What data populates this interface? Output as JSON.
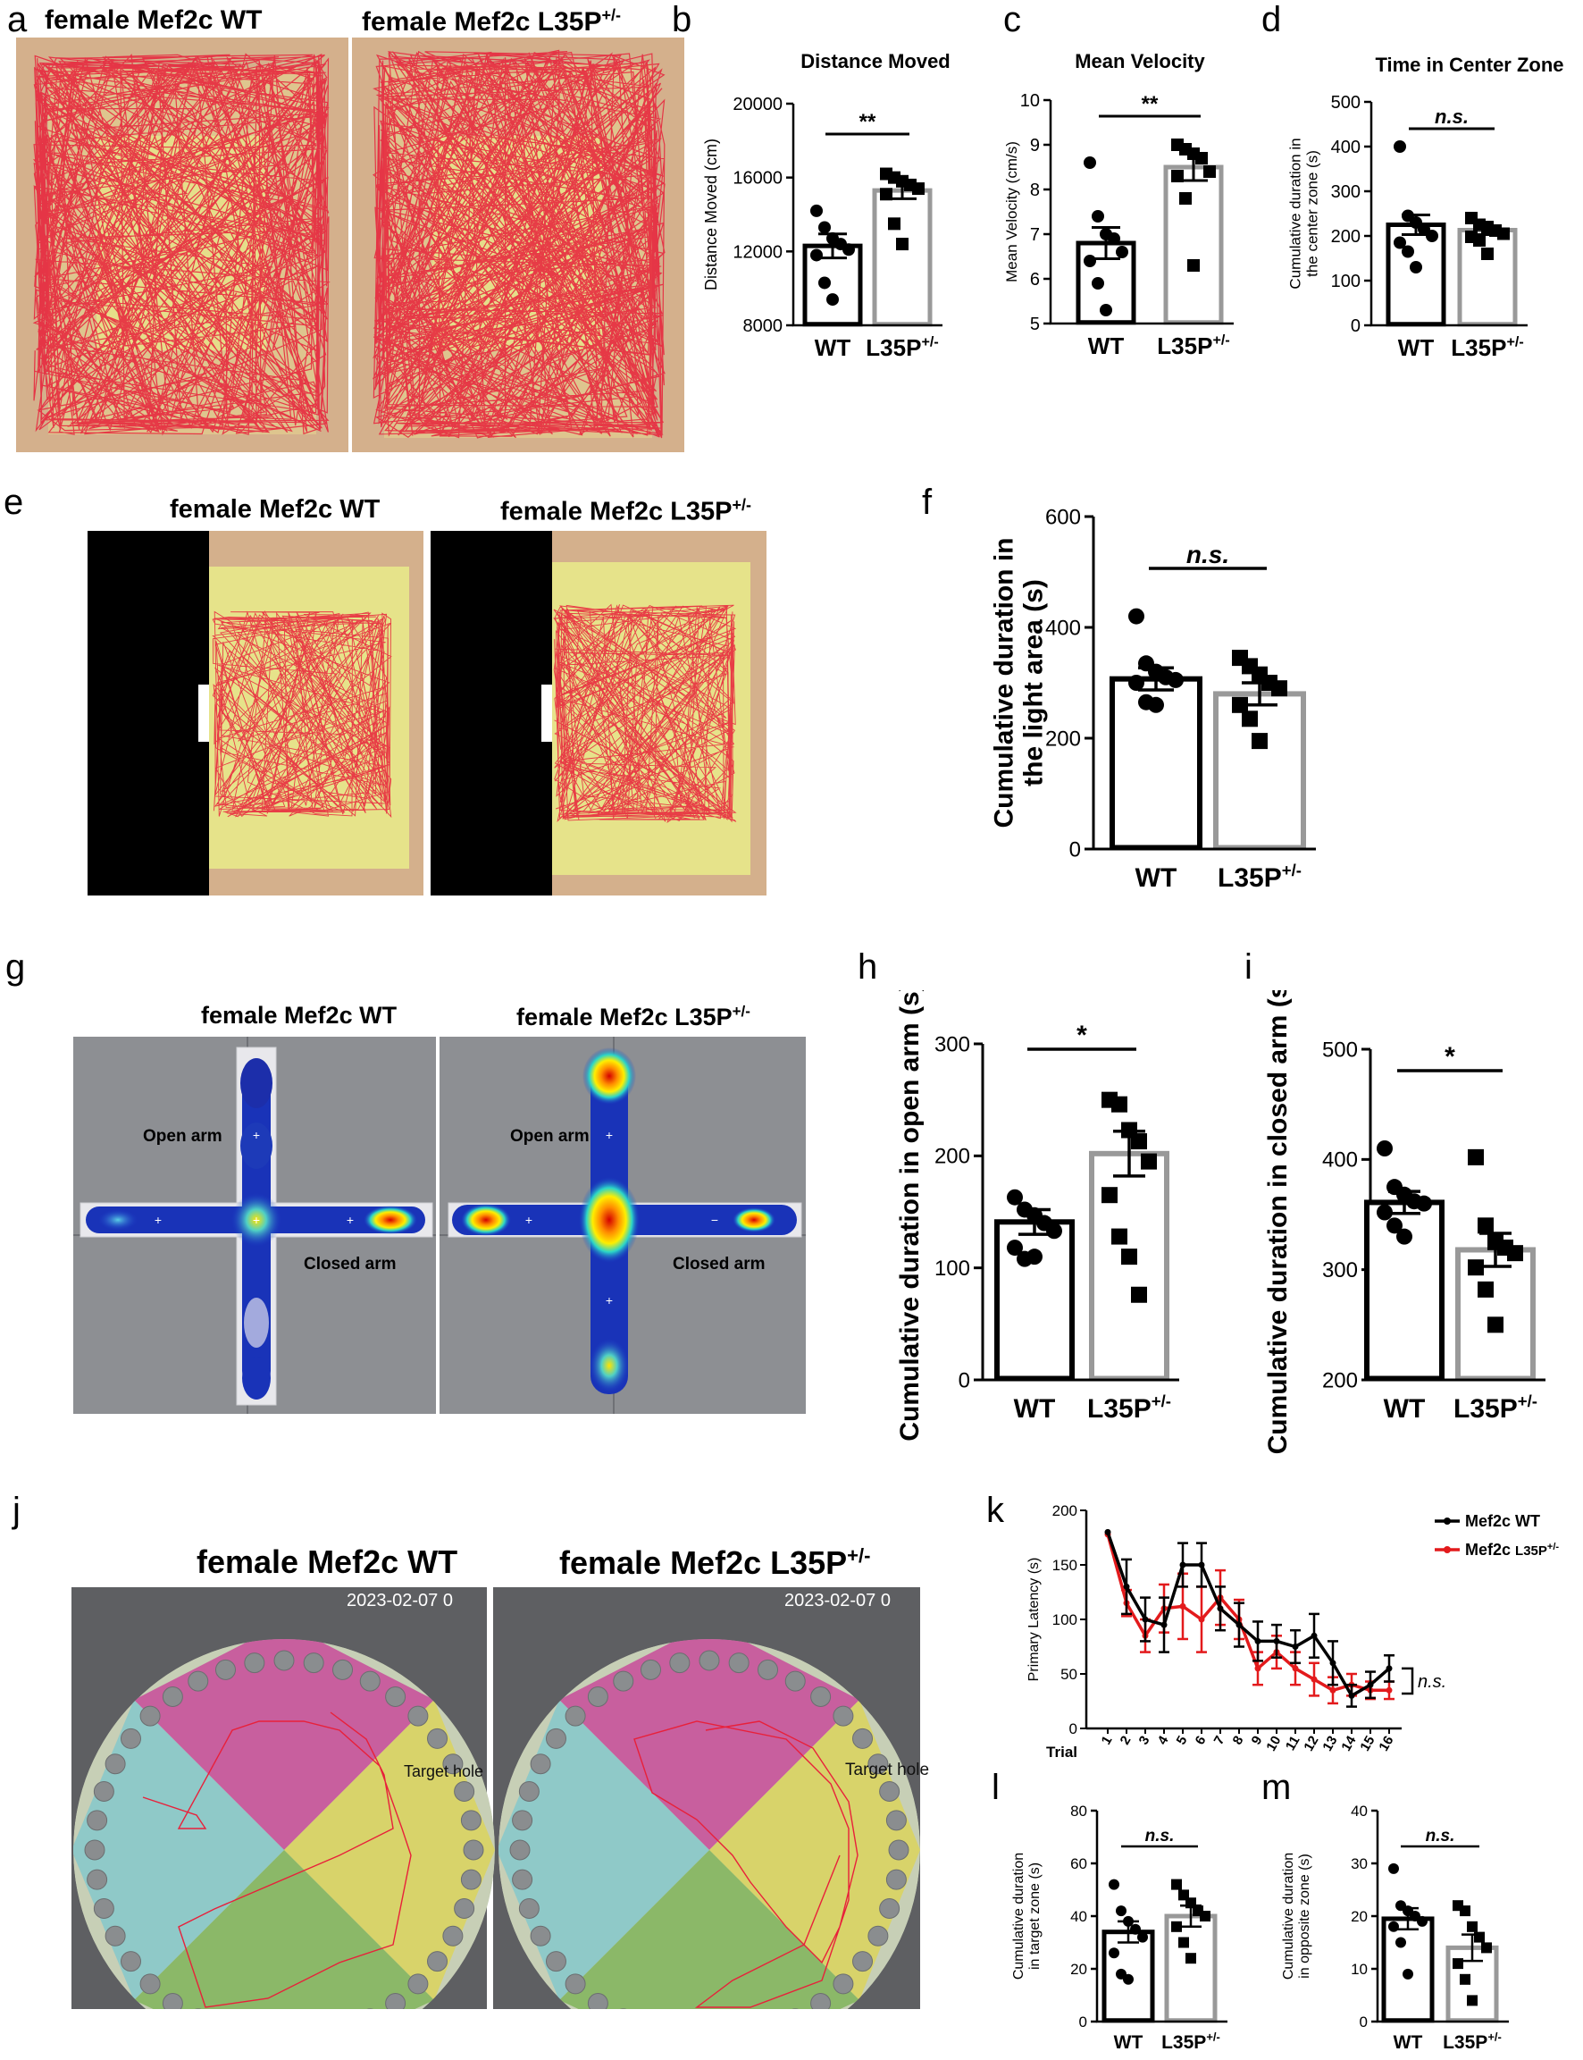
{
  "panel_letters": {
    "a": "a",
    "b": "b",
    "c": "c",
    "d": "d",
    "e": "e",
    "f": "f",
    "g": "g",
    "h": "h",
    "i": "i",
    "j": "j",
    "k": "k",
    "l": "l",
    "m": "m"
  },
  "image_titles": {
    "a_wt": "female Mef2c WT",
    "a_mut": "female Mef2c L35P",
    "e_wt": "female Mef2c WT",
    "e_mut": "female Mef2c L35P",
    "g_wt": "female Mef2c WT",
    "g_mut": "female Mef2c L35P",
    "j_wt": "female Mef2c WT",
    "j_mut": "female Mef2c L35P",
    "superscript": "+/-"
  },
  "maze_labels": {
    "open_arm": "Open arm",
    "closed_arm": "Closed arm",
    "target_hole": "Target hole",
    "timestamp": "2023-02-07 0"
  },
  "colors": {
    "wt": "#000000",
    "mut": "#999999",
    "mut_line": "#e31a1c",
    "track": "#e8203a",
    "arena": "#d4b08c",
    "center": "#e6e38a"
  },
  "chart_data": [
    {
      "id": "b",
      "type": "bar",
      "title": "Distance Moved",
      "ylabel": "Distance Moved (cm)",
      "categories": [
        "WT",
        "L35P+/-"
      ],
      "values": [
        12300,
        15300
      ],
      "sem": [
        650,
        450
      ],
      "ylim": [
        8000,
        20000
      ],
      "yticks": [
        8000,
        12000,
        16000,
        20000
      ],
      "points": [
        [
          14200,
          13300,
          12700,
          12400,
          12100,
          11800,
          10300,
          9400
        ],
        [
          16200,
          16000,
          15800,
          15600,
          15400,
          15100,
          13500,
          12400
        ]
      ],
      "significance": "**"
    },
    {
      "id": "c",
      "type": "bar",
      "title": "Mean Velocity",
      "ylabel": "Mean Velocity (cm/s)",
      "categories": [
        "WT",
        "L35P+/-"
      ],
      "values": [
        6.8,
        8.5
      ],
      "sem": [
        0.35,
        0.3
      ],
      "ylim": [
        5,
        10
      ],
      "yticks": [
        5,
        6,
        7,
        8,
        9,
        10
      ],
      "points": [
        [
          8.6,
          7.4,
          7.0,
          6.9,
          6.6,
          6.4,
          5.9,
          5.3
        ],
        [
          9.0,
          8.9,
          8.8,
          8.7,
          8.4,
          8.3,
          7.8,
          6.3
        ]
      ],
      "significance": "**"
    },
    {
      "id": "d",
      "type": "bar",
      "title": "Time in Center Zone",
      "ylabel": "Cumulative duration in the center zone (s)",
      "categories": [
        "WT",
        "L35P+/-"
      ],
      "values": [
        225,
        213
      ],
      "sem": [
        22,
        10
      ],
      "ylim": [
        0,
        500
      ],
      "yticks": [
        0,
        100,
        200,
        300,
        400,
        500
      ],
      "points": [
        [
          400,
          245,
          230,
          215,
          200,
          185,
          165,
          130
        ],
        [
          240,
          225,
          220,
          212,
          205,
          198,
          190,
          160
        ]
      ],
      "significance": "n.s."
    },
    {
      "id": "f",
      "type": "bar",
      "title": "",
      "ylabel": "Cumulative duration in the light area (s)",
      "categories": [
        "WT",
        "L35P+/-"
      ],
      "values": [
        307,
        280
      ],
      "sem": [
        20,
        20
      ],
      "ylim": [
        0,
        600
      ],
      "yticks": [
        0,
        200,
        400,
        600
      ],
      "points": [
        [
          420,
          335,
          320,
          310,
          305,
          300,
          265,
          260
        ],
        [
          345,
          330,
          315,
          300,
          290,
          260,
          235,
          195
        ]
      ],
      "significance": "n.s."
    },
    {
      "id": "h",
      "type": "bar",
      "title": "",
      "ylabel": "Cumulative duration in open arm (s)",
      "categories": [
        "WT",
        "L35P+/-"
      ],
      "values": [
        141,
        202
      ],
      "sem": [
        11,
        20
      ],
      "ylim": [
        0,
        300
      ],
      "yticks": [
        0,
        100,
        200,
        300
      ],
      "points": [
        [
          163,
          152,
          147,
          140,
          133,
          118,
          108,
          110
        ],
        [
          250,
          246,
          223,
          213,
          195,
          165,
          128,
          110,
          76
        ]
      ],
      "significance": "*"
    },
    {
      "id": "i",
      "type": "bar",
      "title": "",
      "ylabel": "Cumulative duration in closed arm (s)",
      "categories": [
        "WT",
        "L35P+/-"
      ],
      "values": [
        361,
        318
      ],
      "sem": [
        10,
        15
      ],
      "ylim": [
        200,
        500
      ],
      "yticks": [
        200,
        300,
        400,
        500
      ],
      "points": [
        [
          410,
          375,
          368,
          362,
          360,
          352,
          340,
          330
        ],
        [
          402,
          340,
          325,
          320,
          315,
          302,
          282,
          250
        ]
      ],
      "significance": "*"
    },
    {
      "id": "k",
      "type": "line",
      "title": "",
      "xlabel": "Trial",
      "ylabel": "Primary Latency (s)",
      "x": [
        1,
        2,
        3,
        4,
        5,
        6,
        7,
        8,
        9,
        10,
        11,
        12,
        13,
        14,
        15,
        16
      ],
      "ylim": [
        0,
        200
      ],
      "yticks": [
        0,
        50,
        100,
        150,
        200
      ],
      "series": [
        {
          "name": "Mef2c WT",
          "values": [
            180,
            130,
            100,
            95,
            150,
            150,
            110,
            95,
            80,
            80,
            75,
            85,
            60,
            30,
            40,
            55
          ],
          "sem": [
            0,
            25,
            20,
            25,
            20,
            20,
            20,
            20,
            18,
            15,
            15,
            20,
            20,
            10,
            12,
            12
          ]
        },
        {
          "name": "Mef2c L35P+/-",
          "values": [
            178,
            115,
            85,
            110,
            112,
            100,
            120,
            100,
            55,
            70,
            55,
            45,
            35,
            40,
            35,
            35
          ],
          "sem": [
            0,
            12,
            15,
            22,
            30,
            30,
            25,
            18,
            15,
            15,
            15,
            15,
            12,
            10,
            8,
            8
          ]
        }
      ],
      "significance": "n.s."
    },
    {
      "id": "l",
      "type": "bar",
      "title": "",
      "ylabel": "Cumulative duration in target zone (s)",
      "categories": [
        "WT",
        "L35P+/-"
      ],
      "values": [
        34,
        40
      ],
      "sem": [
        4,
        4
      ],
      "ylim": [
        0,
        80
      ],
      "yticks": [
        0,
        20,
        40,
        60,
        80
      ],
      "points": [
        [
          52,
          42,
          38,
          35,
          32,
          26,
          18,
          16
        ],
        [
          52,
          48,
          45,
          42,
          40,
          36,
          30,
          24
        ]
      ],
      "significance": "n.s."
    },
    {
      "id": "m",
      "type": "bar",
      "title": "",
      "ylabel": "Cumulative duration in opposite zone (s)",
      "categories": [
        "WT",
        "L35P+/-"
      ],
      "values": [
        19.5,
        14
      ],
      "sem": [
        2,
        2.5
      ],
      "ylim": [
        0,
        40
      ],
      "yticks": [
        0,
        10,
        20,
        30,
        40
      ],
      "points": [
        [
          29,
          22,
          21,
          20,
          19,
          18,
          15,
          9
        ],
        [
          22,
          21,
          18,
          16,
          14,
          11,
          8,
          4
        ]
      ],
      "significance": "n.s."
    }
  ]
}
